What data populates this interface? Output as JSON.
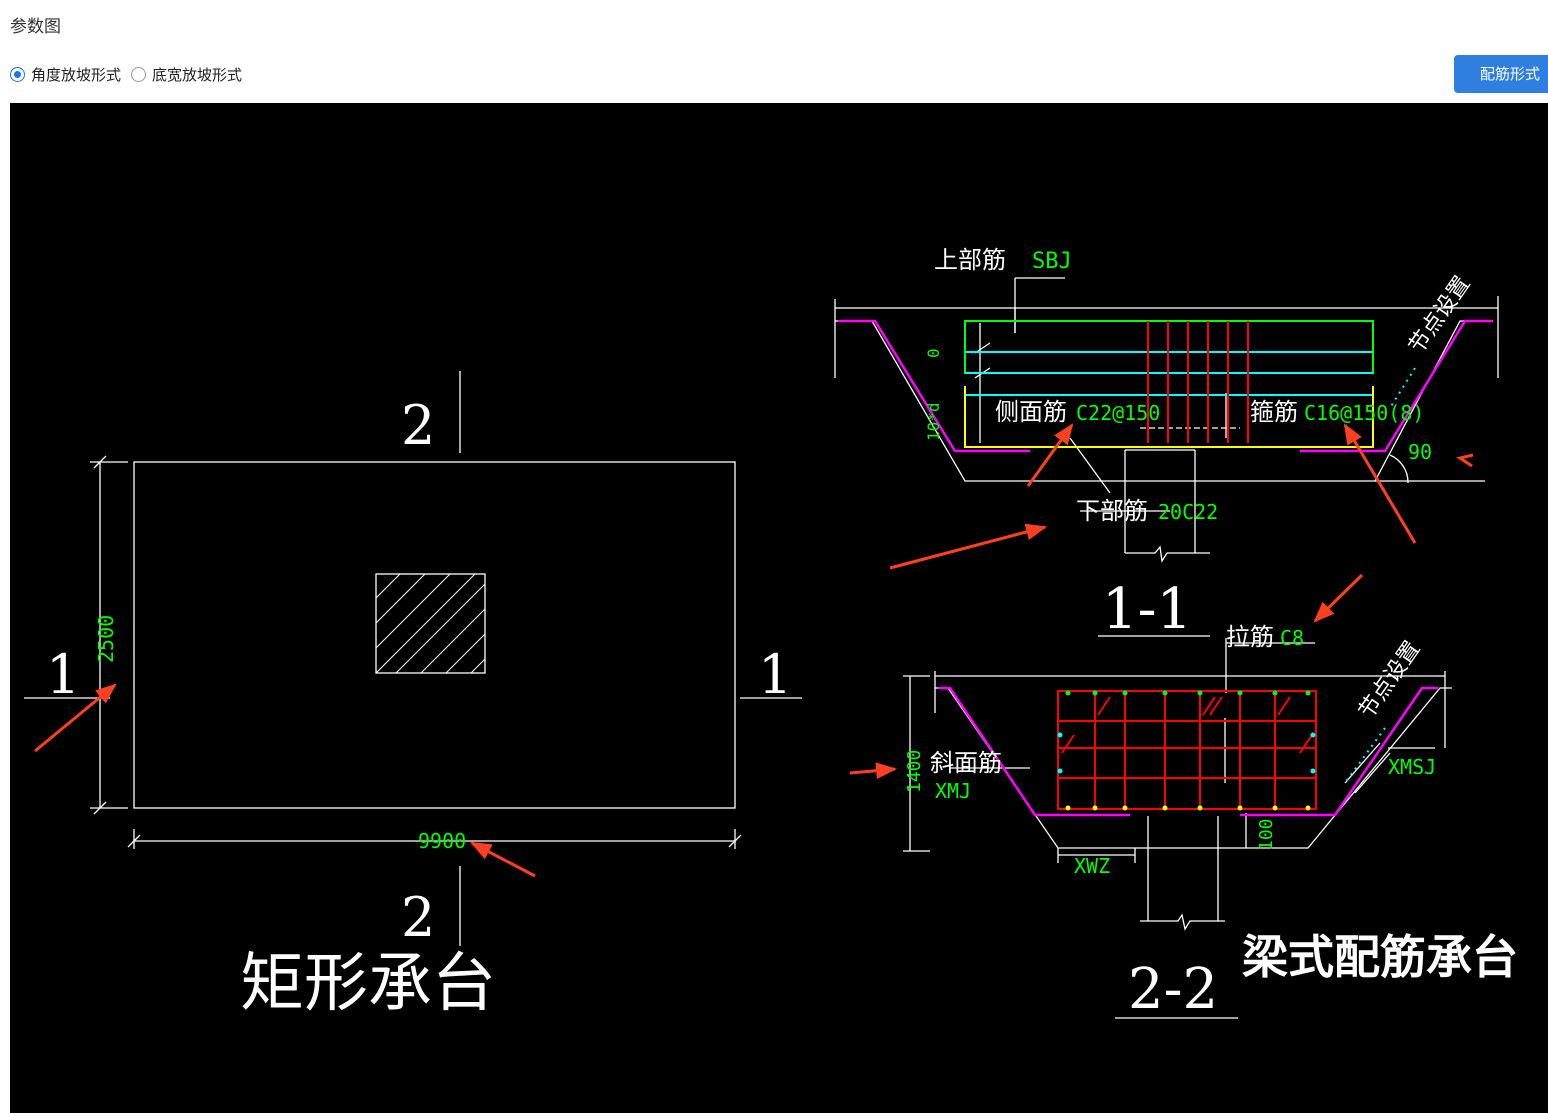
{
  "header": {
    "title": "参数图"
  },
  "slope_modes": {
    "options": [
      "角度放坡形式",
      "底宽放坡形式"
    ],
    "selected": "角度放坡形式"
  },
  "toolbar": {
    "rebar_form_button": "配筋形式"
  },
  "drawing": {
    "plan": {
      "section_mark_top": "2",
      "section_mark_bottom": "2",
      "section_mark_left": "1",
      "section_mark_right": "1",
      "width_dim": "9900",
      "height_dim": "2500",
      "caption": "矩形承台"
    },
    "section_1_1": {
      "top_rebar_label": "上部筋",
      "top_rebar_value": "SBJ",
      "side_rebar_label": "侧面筋",
      "side_rebar_value": "C22@150",
      "stirrup_label": "箍筋",
      "stirrup_value": "C16@150(8)",
      "bottom_rebar_label": "下部筋",
      "bottom_rebar_value": "20C22",
      "node_setting": "节点设置",
      "angle": "90",
      "dim_zero": "0",
      "dim_10d": "10*d",
      "caption": "1-1"
    },
    "section_2_2": {
      "tie_rebar_label": "拉筋",
      "tie_rebar_value": "C8",
      "slope_rebar_label": "斜面筋",
      "slope_rebar_value": "XMJ",
      "slope_top_value": "XMSJ",
      "slope_width_value": "XWZ",
      "node_setting": "节点设置",
      "height_dim": "1400",
      "cover_dim": "100",
      "caption": "2-2",
      "title": "梁式配筋承台"
    }
  },
  "colors": {
    "background": "#000000",
    "green_text": "#00ff00",
    "red_rebar": "#ff0000",
    "cyan_rebar": "#00ffff",
    "magenta_outline": "#ff00ff",
    "yellow_line": "#ffff00",
    "annotation_arrow": "#ff4020",
    "button": "#2f7fe0"
  }
}
